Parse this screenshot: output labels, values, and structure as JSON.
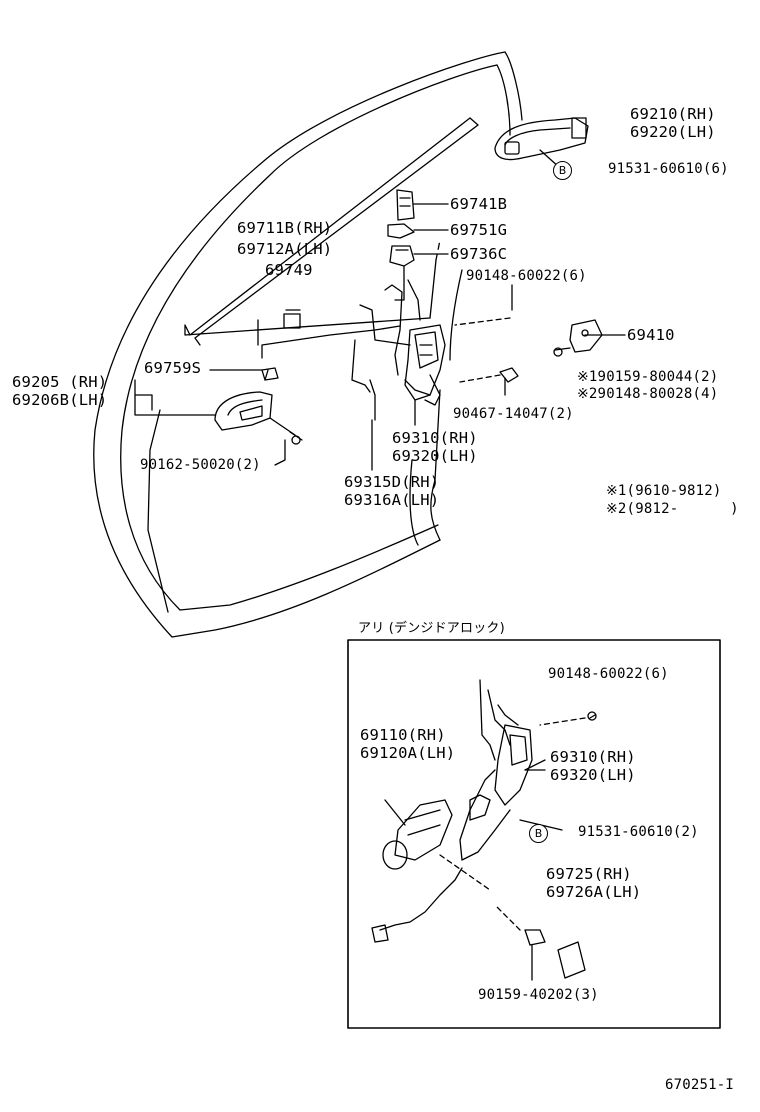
{
  "labels": {
    "p69210": "69210(RH)",
    "p69220": "69220(LH)",
    "p91531_6": "91531-60610(6)",
    "p69741": "69741B",
    "p69751": "69751G",
    "p69736": "69736C",
    "p69711": "69711B(RH)",
    "p69712": "69712A(LH)",
    "p69749": "69749",
    "p90148_6_top": "90148-60022(6)",
    "p69410": "69410",
    "p69759": "69759S",
    "p69205": "69205 (RH)",
    "p69206": "69206B(LH)",
    "p90159_80044": "※190159-80044(2)",
    "p90148_80028": "※290148-80028(4)",
    "p90467": "90467-14047(2)",
    "p69310_top": "69310(RH)",
    "p69320_top": "69320(LH)",
    "p90162": "90162-50020(2)",
    "p69315": "69315D(RH)",
    "p69316": "69316A(LH)",
    "note1": "※1(9610-9812)",
    "note2": "※2(9812-      )",
    "inset_title": "アリ (デンジドアロック)",
    "p90148_6_inset": "90148-60022(6)",
    "p69110": "69110(RH)",
    "p69120": "69120A(LH)",
    "p69310_inset": "69310(RH)",
    "p69320_inset": "69320(LH)",
    "p91531_2": "91531-60610(2)",
    "p69725": "69725(RH)",
    "p69726": "69726A(LH)",
    "p90159_40202": "90159-40202(3)",
    "diagram_code": "670251-I",
    "b_marker": "B"
  }
}
